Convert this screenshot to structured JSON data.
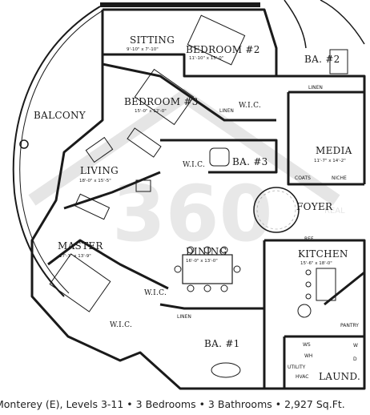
{
  "rooms": {
    "sitting": {
      "name": "SITTING",
      "dims": "9'-10\" x 7'-10\""
    },
    "bedroom2": {
      "name": "BEDROOM #2",
      "dims": "11'-10\" x 15'-0\""
    },
    "bath2": {
      "name": "BA. #2"
    },
    "bedroom3": {
      "name": "BEDROOM #3",
      "dims": "15'-0\" x 12'-0\""
    },
    "balcony": {
      "name": "BALCONY"
    },
    "media": {
      "name": "MEDIA",
      "dims": "11'-7\" x 14'-2\""
    },
    "living": {
      "name": "LIVING",
      "dims": "18'-0\" x 15'-5\""
    },
    "bath3": {
      "name": "BA. #3"
    },
    "foyer": {
      "name": "FOYER"
    },
    "master": {
      "name": "MASTER",
      "dims": "17'-1\" x 13'-9\""
    },
    "dining": {
      "name": "DINING",
      "dims": "16'-0\" x 13'-0\""
    },
    "kitchen": {
      "name": "KITCHEN",
      "dims": "15'-6\" x 18'-0\""
    },
    "bath1": {
      "name": "BA. #1"
    },
    "laundry": {
      "name": "LAUND."
    }
  },
  "small_labels": {
    "linen_b2": "LINEN",
    "linen_b3": "LINEN",
    "linen_b1": "LINEN",
    "wic_b3": "W.I.C.",
    "wic_living": "W.I.C.",
    "wic_master1": "W.I.C.",
    "wic_master2": "W.I.C.",
    "coats": "COATS",
    "niche": "NICHE",
    "ref": "REF.",
    "pantry": "PANTRY",
    "ws": "WS",
    "wh": "WH",
    "utility": "UTILITY",
    "hvac": "HVAC",
    "d": "D",
    "w": "W"
  },
  "watermark": "360",
  "watermark_suffix": "REAL",
  "caption": "Monterey (E), Levels 3-11 • 3 Bedrooms • 3 Bathrooms • 2,927 Sq.Ft.",
  "colors": {
    "line": "#1a1a1a",
    "watermark": "#d6d6d6",
    "water": "#cfcfcf"
  }
}
